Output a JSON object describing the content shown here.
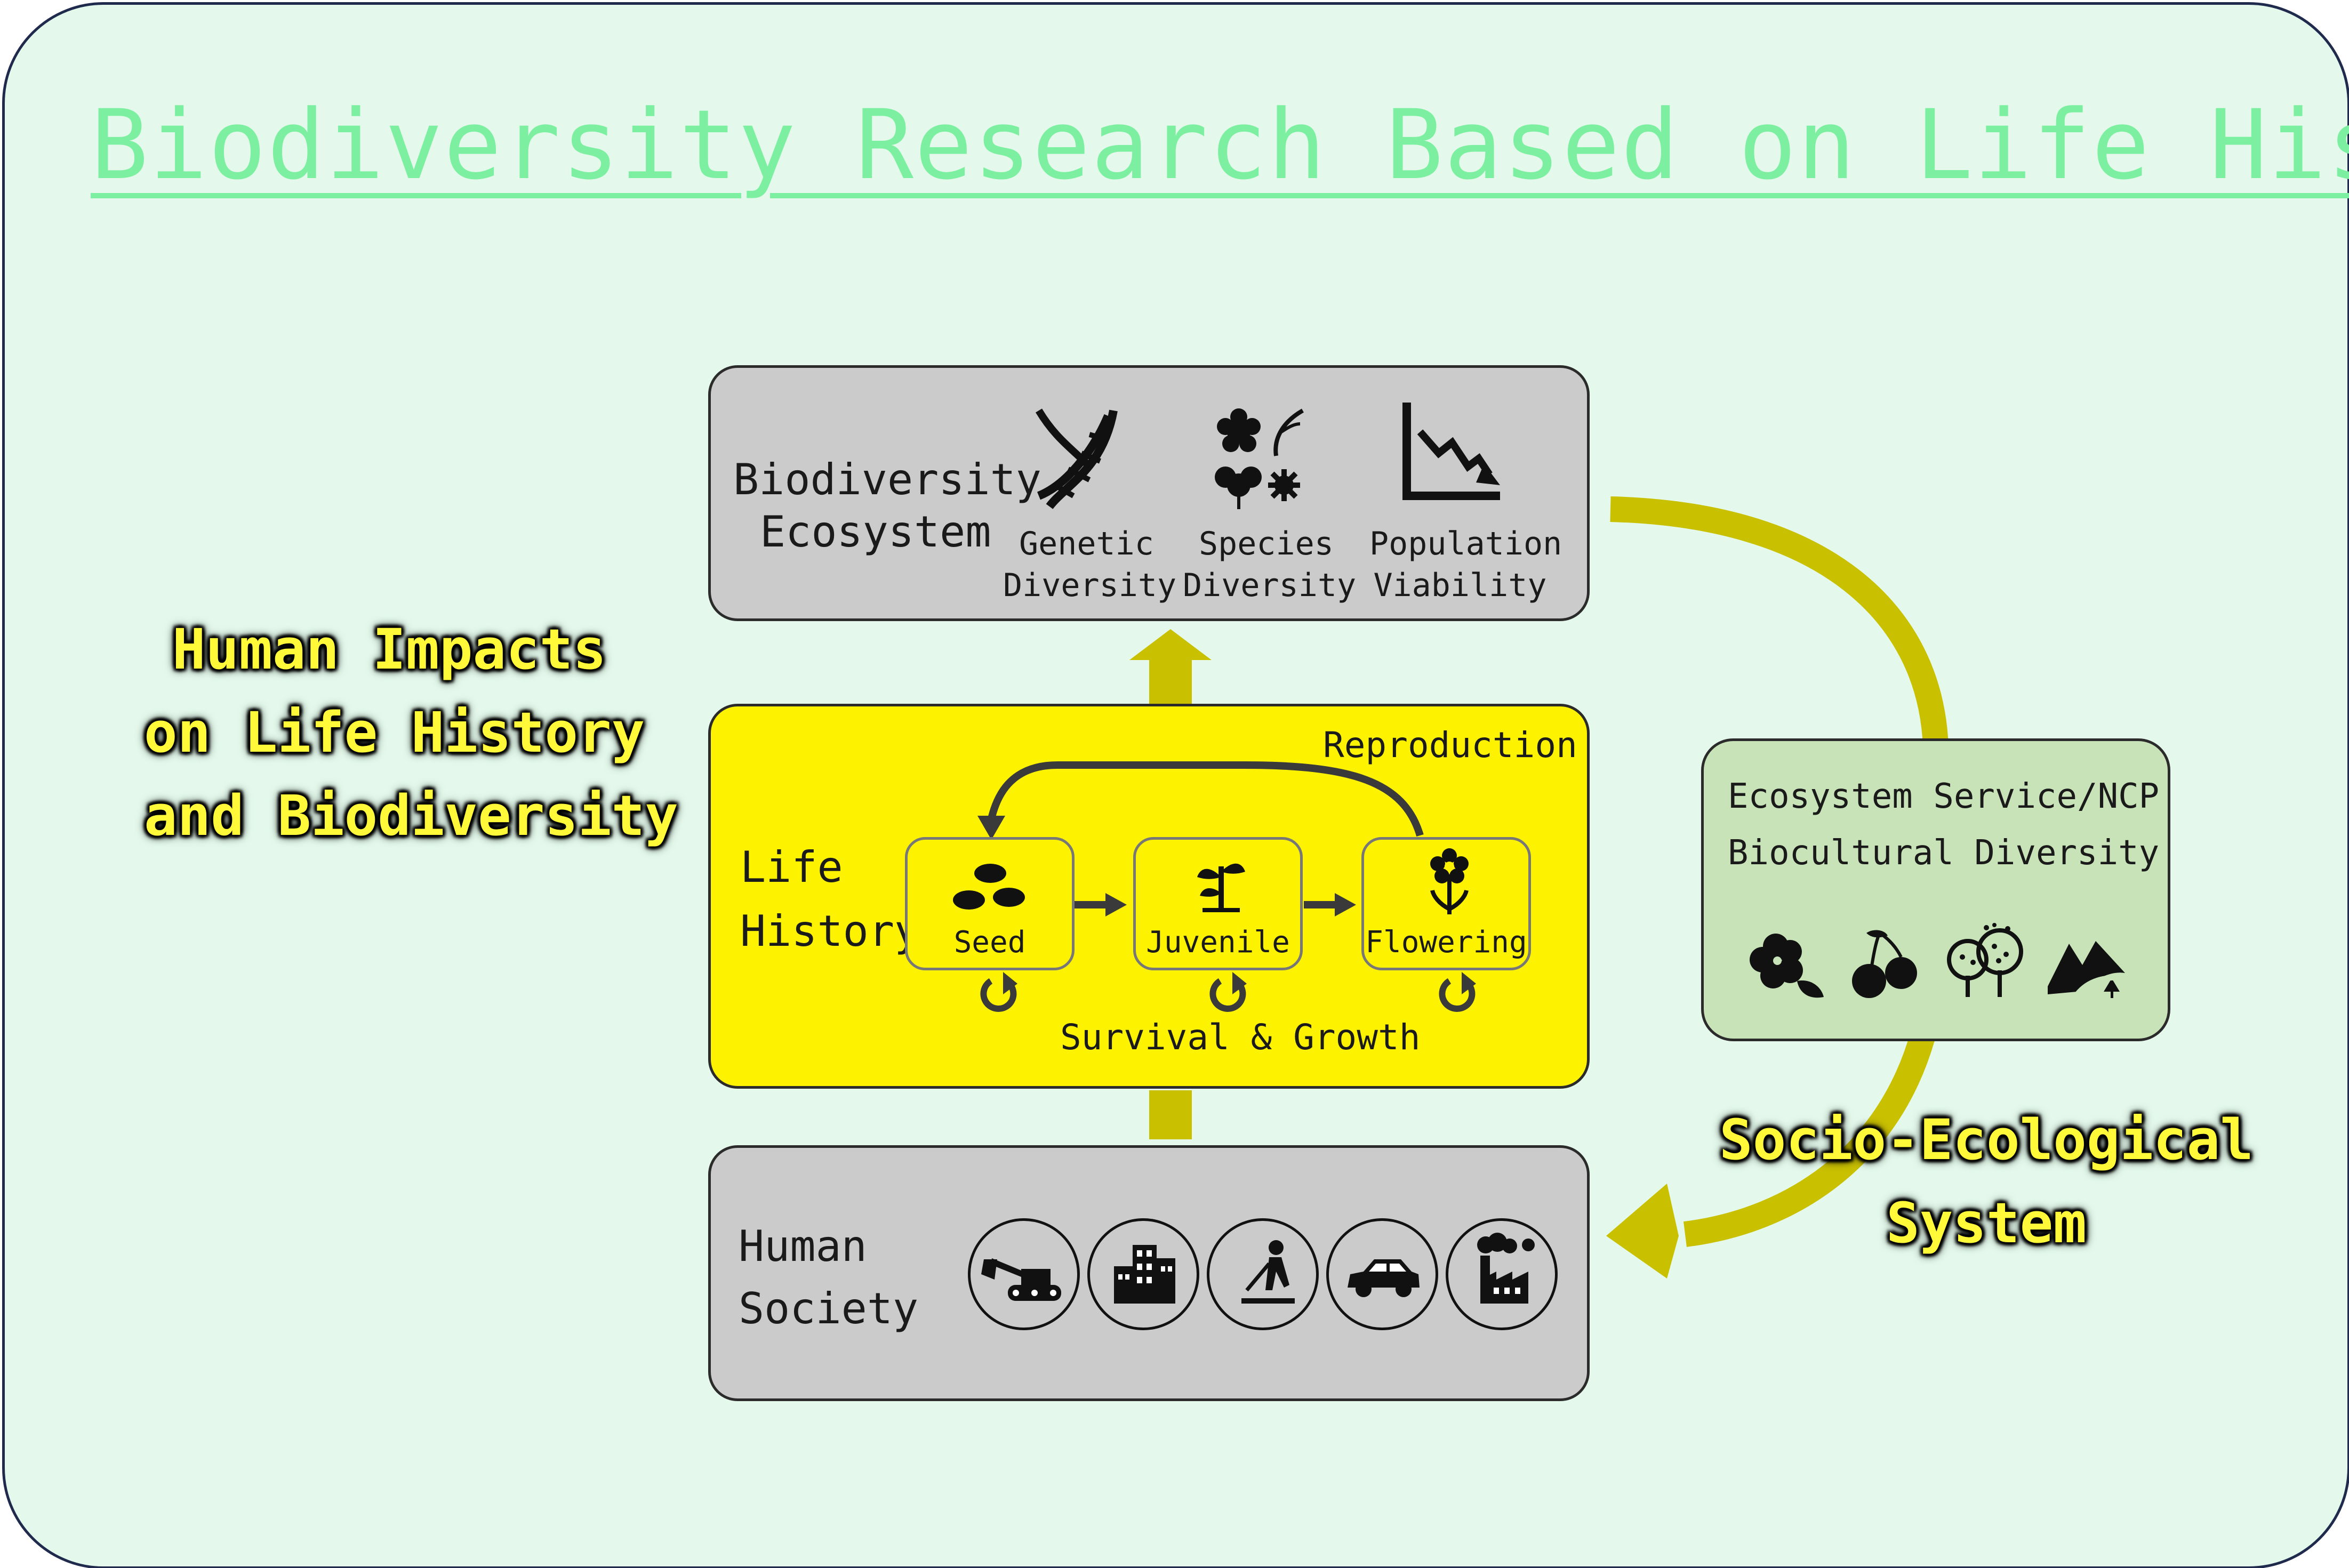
{
  "title": "Biodiversity Research Based on Life History",
  "colors": {
    "background": "#e4f9ec",
    "title": "#7cf0a0",
    "gray_box": "#cbcbcb",
    "life_box": "#fdf200",
    "eco_box": "#c8e3b8",
    "arrows": "#c9c000",
    "glow_text": "#fff93a"
  },
  "biodiversity_box": {
    "label_line1": "Biodiversity",
    "label_line2": "Ecosystem",
    "items": [
      {
        "icon": "dna-icon",
        "line1": "Genetic",
        "line2": "Diversity"
      },
      {
        "icon": "flowers-icon",
        "line1": "Species",
        "line2": "Diversity"
      },
      {
        "icon": "declining-chart-icon",
        "line1": "Population",
        "line2": "Viability"
      }
    ]
  },
  "life_history_box": {
    "label_line1": "Life",
    "label_line2": "History",
    "reproduction": "Reproduction",
    "survival_growth": "Survival & Growth",
    "stages": [
      {
        "icon": "seeds-icon",
        "label": "Seed"
      },
      {
        "icon": "sprout-icon",
        "label": "Juvenile"
      },
      {
        "icon": "flower-icon",
        "label": "Flowering"
      }
    ]
  },
  "human_society_box": {
    "label_line1": "Human",
    "label_line2": "Society",
    "icons": [
      "excavator-icon",
      "buildings-icon",
      "farmer-icon",
      "car-icon",
      "factory-icon"
    ]
  },
  "ecosystem_service_box": {
    "line1": "Ecosystem Service/NCP",
    "line2": "Biocultural Diversity",
    "icons": [
      "hibiscus-icon",
      "cherries-icon",
      "trees-icon",
      "landscape-icon"
    ]
  },
  "human_impacts": {
    "line1": "Human Impacts",
    "line2": "on Life History",
    "line3": "and Biodiversity"
  },
  "socio_ecological": {
    "line1": "Socio-Ecological",
    "line2": "System"
  }
}
